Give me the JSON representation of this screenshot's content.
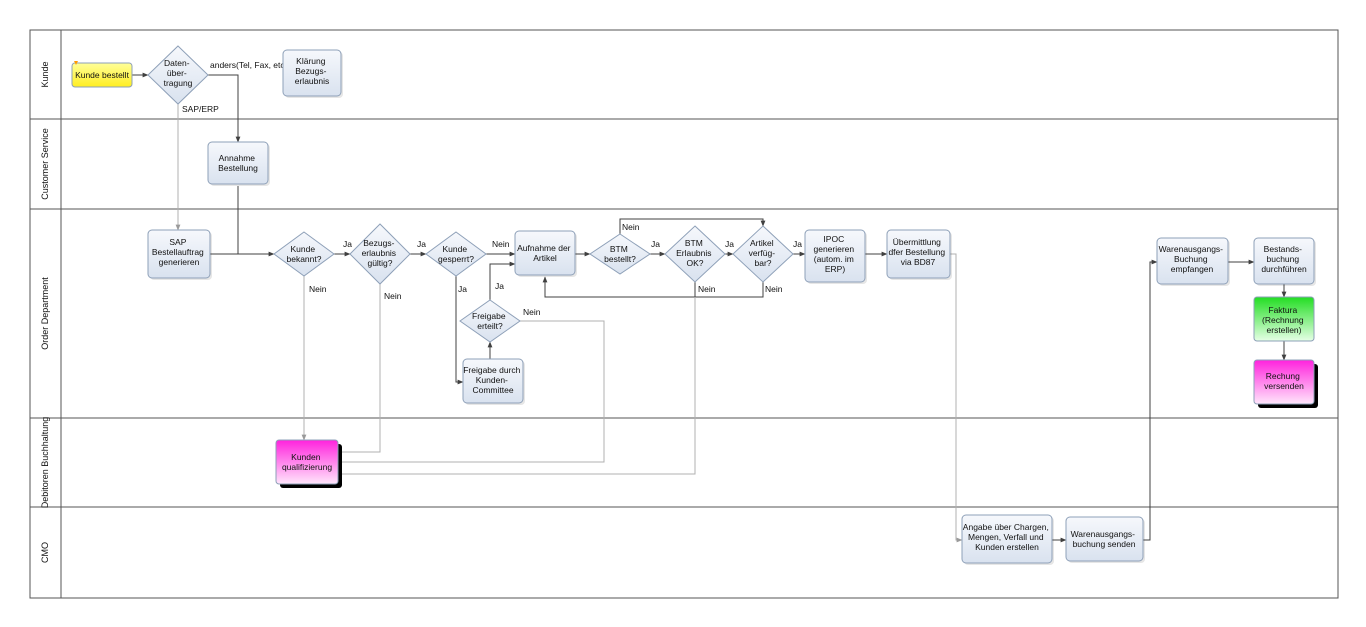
{
  "colors": {
    "default": "#d9e2ef",
    "start": "#ffff66",
    "pink": "#ff33dd",
    "green": "#33dd33",
    "line_dark": "#404040",
    "line_light": "#b0b0b0",
    "lane_border": "#555555"
  },
  "lanes": [
    {
      "id": "kunde",
      "label": "Kunde"
    },
    {
      "id": "cs",
      "label": "Customer Service"
    },
    {
      "id": "od",
      "label": "Order Department"
    },
    {
      "id": "deb",
      "label": "Debitoren Buchhaltung"
    },
    {
      "id": "cmo",
      "label": "CMO"
    }
  ],
  "nodes": [
    {
      "id": "kunde_bestellt",
      "type": "box",
      "style": "start",
      "lines": [
        "Kunde bestellt"
      ]
    },
    {
      "id": "datenuebertragung",
      "type": "diamond",
      "style": "default",
      "lines": [
        "Daten-",
        "über-",
        "tragung"
      ]
    },
    {
      "id": "klaerung",
      "type": "box",
      "style": "default",
      "lines": [
        "Klärung",
        "Bezugs-",
        "erlaubnis"
      ]
    },
    {
      "id": "annahme",
      "type": "box",
      "style": "default",
      "lines": [
        "Annahme",
        "Bestellung"
      ]
    },
    {
      "id": "sap",
      "type": "box",
      "style": "default",
      "lines": [
        "SAP",
        "Bestellauftrag",
        "generieren"
      ]
    },
    {
      "id": "kunde_bekannt",
      "type": "diamond",
      "style": "default",
      "lines": [
        "Kunde",
        "bekannt?"
      ]
    },
    {
      "id": "bezugserlaubnis",
      "type": "diamond",
      "style": "default",
      "lines": [
        "Bezugs-",
        "erlaubnis",
        "gültig?"
      ]
    },
    {
      "id": "kunde_gesperrt",
      "type": "diamond",
      "style": "default",
      "lines": [
        "Kunde",
        "gesperrt?"
      ]
    },
    {
      "id": "aufnahme",
      "type": "box",
      "style": "default",
      "lines": [
        "Aufnahme der",
        "Artikel"
      ]
    },
    {
      "id": "btm_bestellt",
      "type": "diamond",
      "style": "default",
      "lines": [
        "BTM",
        "bestellt?"
      ]
    },
    {
      "id": "btm_erlaubnis",
      "type": "diamond",
      "style": "default",
      "lines": [
        "BTM",
        "Erlaubnis",
        "OK?"
      ]
    },
    {
      "id": "artikel",
      "type": "diamond",
      "style": "default",
      "lines": [
        "Artikel",
        "verfüg-",
        "bar?"
      ]
    },
    {
      "id": "ipoc",
      "type": "box",
      "style": "default",
      "lines": [
        "IPOC",
        "generieren",
        "(autom. im",
        "ERP)"
      ]
    },
    {
      "id": "uebermittlung",
      "type": "box",
      "style": "default",
      "lines": [
        "Übermittlung",
        "dfer Bestellung",
        "via BD87"
      ]
    },
    {
      "id": "freigabe_erteilt",
      "type": "diamond",
      "style": "default",
      "lines": [
        "Freigabe",
        "erteilt?"
      ]
    },
    {
      "id": "freigabe_durch",
      "type": "box",
      "style": "default",
      "lines": [
        "Freigabe durch",
        "Kunden-",
        "Committee"
      ]
    },
    {
      "id": "kunden_qual",
      "type": "box",
      "style": "pink",
      "lines": [
        "Kunden",
        "qualifizierung"
      ]
    },
    {
      "id": "angabe",
      "type": "box",
      "style": "default",
      "lines": [
        "Angabe über Chargen,",
        "Mengen, Verfall und",
        "Kunden erstellen"
      ]
    },
    {
      "id": "wa_senden",
      "type": "box",
      "style": "default",
      "lines": [
        "Warenausgangs-",
        "buchung senden"
      ]
    },
    {
      "id": "wa_empfangen",
      "type": "box",
      "style": "default",
      "lines": [
        "Warenausgangs-",
        "Buchung",
        "empfangen"
      ]
    },
    {
      "id": "bestand",
      "type": "box",
      "style": "default",
      "lines": [
        "Bestands-",
        "buchung",
        "durchführen"
      ]
    },
    {
      "id": "faktura",
      "type": "box",
      "style": "green",
      "lines": [
        "Faktura",
        "(Rechnung",
        "erstellen)"
      ]
    },
    {
      "id": "rechnung",
      "type": "box",
      "style": "pink",
      "lines": [
        "Rechung",
        "versenden"
      ]
    }
  ],
  "edge_labels": [
    {
      "id": "lbl_anders",
      "text": "anders(Tel, Fax, etc"
    },
    {
      "id": "lbl_sap_erp",
      "text": "SAP/ERP"
    },
    {
      "id": "lbl_ja_1",
      "text": "Ja"
    },
    {
      "id": "lbl_nein_1",
      "text": "Nein"
    },
    {
      "id": "lbl_ja_2",
      "text": "Ja"
    },
    {
      "id": "lbl_nein_2",
      "text": "Nein"
    },
    {
      "id": "lbl_nein_3",
      "text": "Nein"
    },
    {
      "id": "lbl_ja_3",
      "text": "Ja"
    },
    {
      "id": "lbl_ja_4",
      "text": "Ja"
    },
    {
      "id": "lbl_nein_4",
      "text": "Nein"
    },
    {
      "id": "lbl_ja_5",
      "text": "Ja"
    },
    {
      "id": "lbl_nein_5",
      "text": "Nein"
    },
    {
      "id": "lbl_ja_6",
      "text": "Ja"
    },
    {
      "id": "lbl_nein_6",
      "text": "Nein"
    },
    {
      "id": "lbl_ja_7",
      "text": "Ja"
    },
    {
      "id": "lbl_nein_7",
      "text": "Nein"
    }
  ]
}
